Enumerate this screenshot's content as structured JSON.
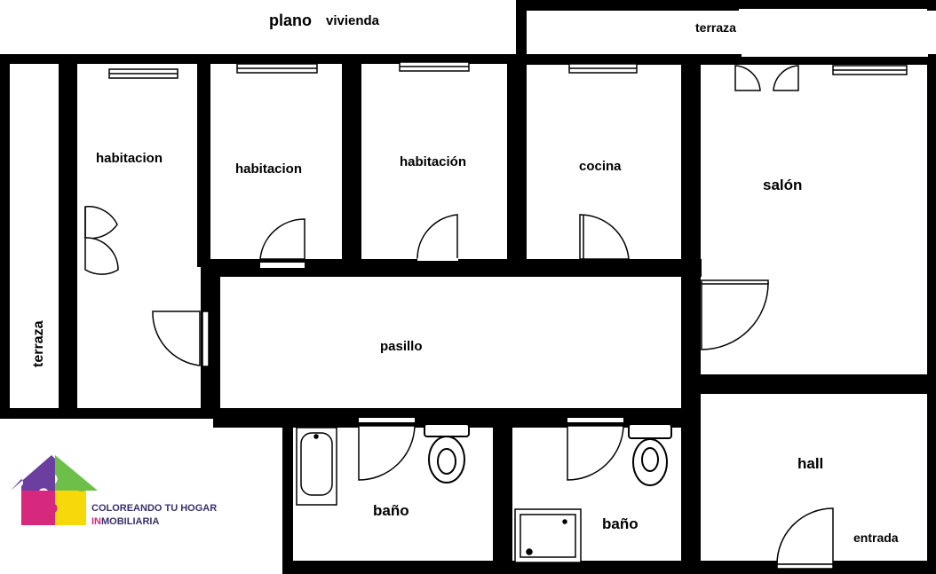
{
  "plan": {
    "title_word1": "plano",
    "title_word2": "vivienda"
  },
  "rooms": {
    "terraza_top": "terraza",
    "terraza_left": "terraza",
    "habitacion_1": "habitacion",
    "habitacion_2": "habitacion",
    "habitacion_3": "habitación",
    "cocina": "cocina",
    "salon": "salón",
    "pasillo": "pasillo",
    "bano_1": "baño",
    "bano_2": "baño",
    "hall": "hall",
    "entrada": "entrada"
  },
  "logo": {
    "line1": "COLOREANDO TU HOGAR",
    "line2_highlight": "IN",
    "line2_rest": "MOBILIARIA",
    "colors": {
      "purple": "#6b3fa0",
      "green": "#6cc04a",
      "pink": "#d6287d",
      "yellow": "#f5d90a",
      "text": "#3a2f6b",
      "highlight": "#d6287d"
    }
  }
}
